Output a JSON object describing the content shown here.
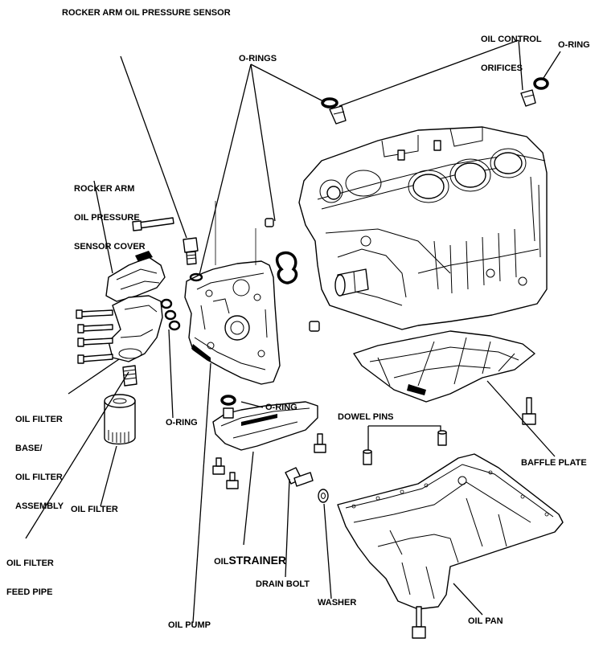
{
  "labels": {
    "rocker_sensor": "ROCKER ARM OIL PRESSURE SENSOR",
    "oil_control_orifices_1": "OIL CONTROL",
    "oil_control_orifices_2": "ORIFICES",
    "oring_top_right": "O-RING",
    "orings": "O-RINGS",
    "sensor_cover_1": "ROCKER ARM",
    "sensor_cover_2": "OIL PRESSURE",
    "sensor_cover_3": "SENSOR COVER",
    "filter_base_1": "OIL FILTER",
    "filter_base_2": "BASE/",
    "filter_base_3": "OIL FILTER",
    "filter_base_4": "ASSEMBLY",
    "oring_left": "O-RING",
    "oring_middle": "O-RING",
    "dowel_pins": "DOWEL PINS",
    "baffle_plate": "BAFFLE PLATE",
    "oil_filter": "OIL FILTER",
    "feed_pipe_1": "OIL FILTER",
    "feed_pipe_2": "FEED PIPE",
    "oil_strainer_a": "OIL",
    "oil_strainer_b": "STRAINER",
    "drain_bolt": "DRAIN BOLT",
    "washer": "WASHER",
    "oil_pan": "OIL PAN",
    "oil_pump": "OIL PUMP"
  }
}
